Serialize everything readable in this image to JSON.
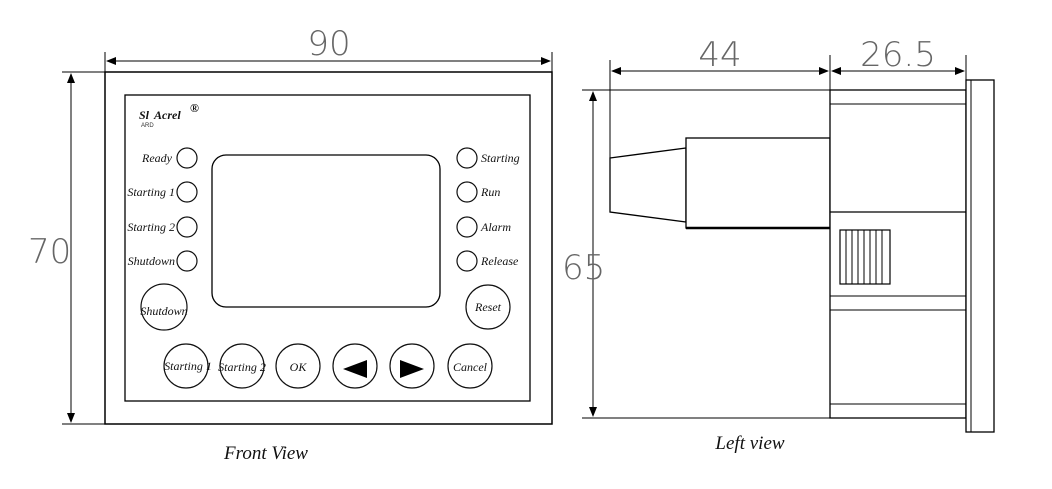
{
  "dimensions": {
    "front_width": "90",
    "front_height": "70",
    "side_depth_body": "44",
    "side_depth_front": "26.5",
    "side_height": "65"
  },
  "logo": {
    "brand": "Acrel",
    "symbol": "®",
    "model": "ARD"
  },
  "indicators_left": [
    "Ready",
    "Starting 1",
    "Starting 2",
    "Shutdown"
  ],
  "indicators_right": [
    "Starting",
    "Run",
    "Alarm",
    "Release"
  ],
  "buttons": {
    "shutdown": "Shutdown",
    "reset": "Reset",
    "starting1": "Starting 1",
    "starting2": "Starting 2",
    "ok": "OK",
    "cancel": "Cancel"
  },
  "icons": {
    "left": "left-arrow-icon",
    "right": "right-arrow-icon"
  },
  "captions": {
    "front": "Front View",
    "left": "Left view"
  }
}
